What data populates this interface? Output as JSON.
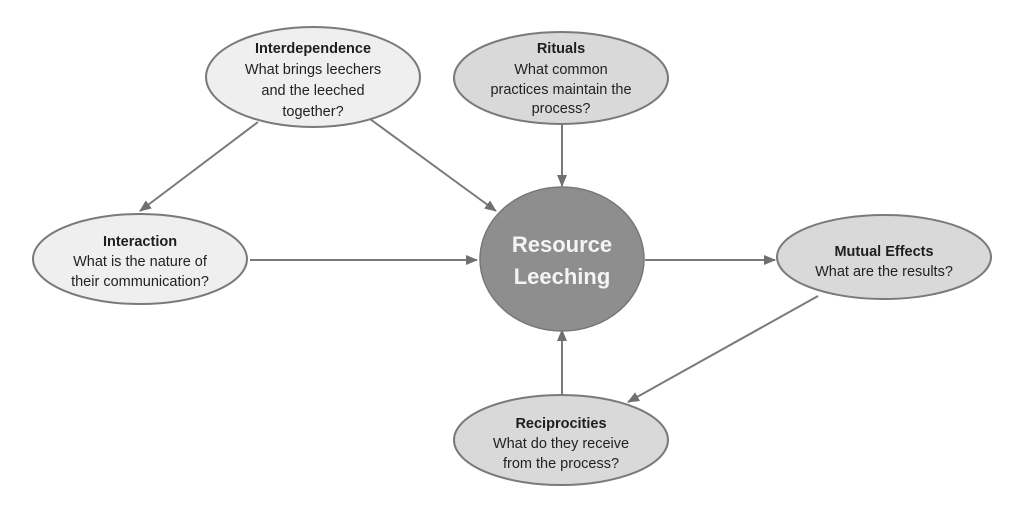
{
  "colors": {
    "light_node_fill": "#efefef",
    "mid_node_fill": "#d9d9d9",
    "center_fill": "#8e8e8e",
    "stroke": "#777777",
    "edge": "#7a7a7a"
  },
  "center": {
    "line1": "Resource",
    "line2": "Leeching"
  },
  "nodes": {
    "interdependence": {
      "title": "Interdependence",
      "lines": [
        "What brings leechers",
        "and the leeched",
        "together?"
      ]
    },
    "rituals": {
      "title": "Rituals",
      "lines": [
        "What common",
        "practices maintain the",
        "process?"
      ]
    },
    "interaction": {
      "title": "Interaction",
      "lines": [
        "What is the nature of",
        "their communication?"
      ]
    },
    "mutual_effects": {
      "title": "Mutual Effects",
      "lines": [
        "What are the results?"
      ]
    },
    "reciprocities": {
      "title": "Reciprocities",
      "lines": [
        "What do they receive",
        "from the process?"
      ]
    }
  },
  "edges": [
    {
      "from": "interdependence",
      "to": "interaction"
    },
    {
      "from": "interdependence",
      "to": "center"
    },
    {
      "from": "rituals",
      "to": "center"
    },
    {
      "from": "interaction",
      "to": "center"
    },
    {
      "from": "center",
      "to": "mutual_effects"
    },
    {
      "from": "mutual_effects",
      "to": "reciprocities"
    },
    {
      "from": "reciprocities",
      "to": "center"
    }
  ]
}
